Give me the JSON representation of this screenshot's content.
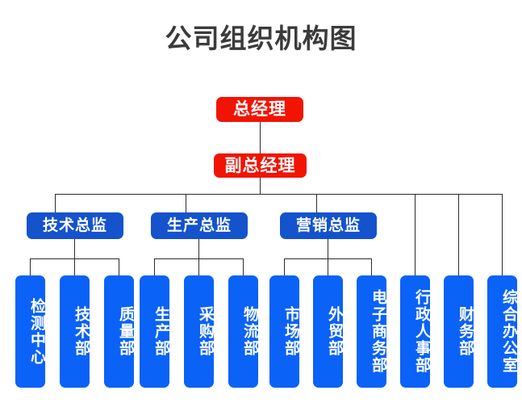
{
  "title": "公司组织机构图",
  "colors": {
    "executive": "#f21403",
    "director": "#1453cc",
    "department": "#0a62f7",
    "connector": "#2b2b2b",
    "title": "#3b3b3b",
    "background": "#ffffff"
  },
  "executives": [
    {
      "id": "gm",
      "label": "总经理"
    },
    {
      "id": "dgm",
      "label": "副总经理"
    }
  ],
  "directors": [
    {
      "id": "tech-director",
      "label": "技术总监"
    },
    {
      "id": "prod-director",
      "label": "生产总监"
    },
    {
      "id": "mkt-director",
      "label": "营销总监"
    }
  ],
  "departments": [
    {
      "id": "testing-center",
      "label": "检测中心",
      "parent": "tech-director"
    },
    {
      "id": "tech-dept",
      "label": "技术部",
      "parent": "tech-director"
    },
    {
      "id": "quality-dept",
      "label": "质量部",
      "parent": "tech-director"
    },
    {
      "id": "production-dept",
      "label": "生产部",
      "parent": "prod-director"
    },
    {
      "id": "purchasing-dept",
      "label": "采购部",
      "parent": "prod-director"
    },
    {
      "id": "logistics-dept",
      "label": "物流部",
      "parent": "prod-director"
    },
    {
      "id": "market-dept",
      "label": "市场部",
      "parent": "mkt-director"
    },
    {
      "id": "foreign-trade-dept",
      "label": "外贸部",
      "parent": "mkt-director"
    },
    {
      "id": "ecommerce-dept",
      "label": "电子商务部",
      "parent": "mkt-director"
    },
    {
      "id": "hr-admin-dept",
      "label": "行政人事部",
      "parent": "dgm"
    },
    {
      "id": "finance-dept",
      "label": "财务部",
      "parent": "dgm"
    },
    {
      "id": "general-office",
      "label": "综合办公室",
      "parent": "dgm"
    }
  ],
  "chart_data": {
    "type": "org-chart",
    "title": "公司组织机构图",
    "levels": 3,
    "node_count": 17,
    "hierarchy": {
      "label": "总经理",
      "children": [
        {
          "label": "副总经理",
          "children": [
            {
              "label": "技术总监",
              "children": [
                {
                  "label": "检测中心"
                },
                {
                  "label": "技术部"
                },
                {
                  "label": "质量部"
                }
              ]
            },
            {
              "label": "生产总监",
              "children": [
                {
                  "label": "生产部"
                },
                {
                  "label": "采购部"
                },
                {
                  "label": "物流部"
                }
              ]
            },
            {
              "label": "营销总监",
              "children": [
                {
                  "label": "市场部"
                },
                {
                  "label": "外贸部"
                },
                {
                  "label": "电子商务部"
                }
              ]
            },
            {
              "label": "行政人事部"
            },
            {
              "label": "财务部"
            },
            {
              "label": "综合办公室"
            }
          ]
        }
      ]
    }
  }
}
